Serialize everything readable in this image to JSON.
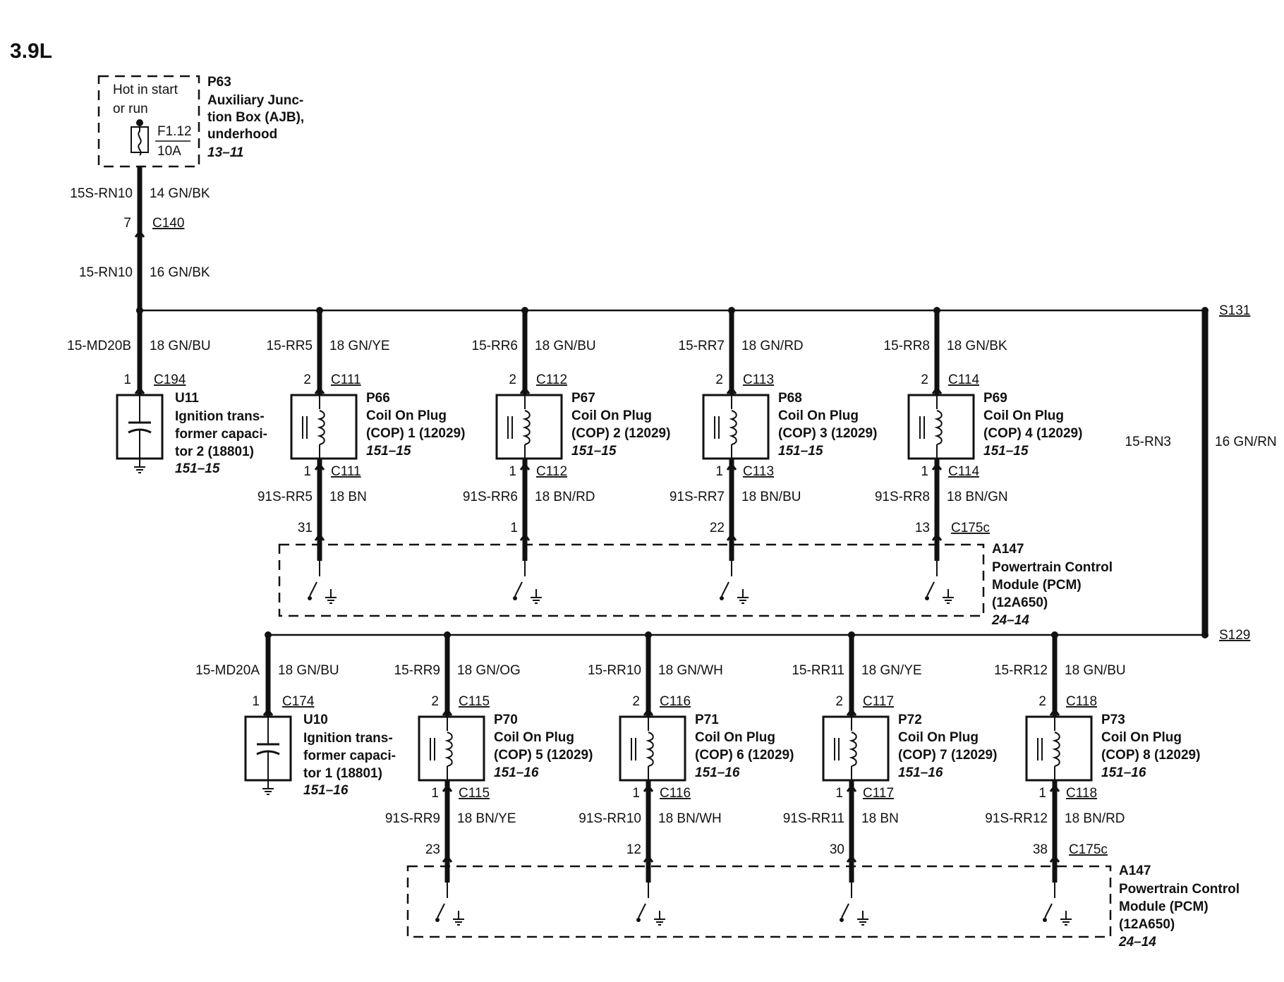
{
  "title": "3.9L",
  "fuse_box": {
    "note_line1": "Hot in start",
    "note_line2": "or run",
    "fuse_id": "F1.12",
    "fuse_rating": "10A",
    "ref": "P63",
    "name_lines": [
      "Auxiliary Junc-",
      "tion Box (AJB),",
      "underhood"
    ],
    "page": "13–11"
  },
  "feed_upper": {
    "circuit": "15S-RN10",
    "wire": "14 GN/BK"
  },
  "feed_conn": {
    "pin": "7",
    "conn": "C140"
  },
  "feed_lower": {
    "circuit": "15-RN10",
    "wire": "16 GN/BK"
  },
  "splice_top": "S131",
  "splice_bottom": "S129",
  "riser": {
    "circuit": "15-RN3",
    "wire": "16 GN/RN"
  },
  "cap_top": {
    "circuit": "15-MD20B",
    "wire": "18 GN/BU",
    "pin": "1",
    "conn": "C194",
    "ref": "U11",
    "name_lines": [
      "Ignition trans-",
      "former capaci-",
      "tor 2 (18801)"
    ],
    "page": "151–15"
  },
  "cap_bottom": {
    "circuit": "15-MD20A",
    "wire": "18 GN/BU",
    "pin": "1",
    "conn": "C174",
    "ref": "U10",
    "name_lines": [
      "Ignition trans-",
      "former capaci-",
      "tor 1 (18801)"
    ],
    "page": "151–16"
  },
  "coils_top": [
    {
      "in_circuit": "15-RR5",
      "in_wire": "18 GN/YE",
      "pin_in": "2",
      "conn": "C111",
      "ref": "P66",
      "name_lines": [
        "Coil On Plug",
        "(COP) 1 (12029)"
      ],
      "page": "151–15",
      "pin_out": "1",
      "out_circuit": "91S-RR5",
      "out_wire": "18 BN",
      "pcm_pin": "31"
    },
    {
      "in_circuit": "15-RR6",
      "in_wire": "18 GN/BU",
      "pin_in": "2",
      "conn": "C112",
      "ref": "P67",
      "name_lines": [
        "Coil On Plug",
        "(COP) 2 (12029)"
      ],
      "page": "151–15",
      "pin_out": "1",
      "out_circuit": "91S-RR6",
      "out_wire": "18 BN/RD",
      "pcm_pin": "1"
    },
    {
      "in_circuit": "15-RR7",
      "in_wire": "18 GN/RD",
      "pin_in": "2",
      "conn": "C113",
      "ref": "P68",
      "name_lines": [
        "Coil On Plug",
        "(COP) 3 (12029)"
      ],
      "page": "151–15",
      "pin_out": "1",
      "out_circuit": "91S-RR7",
      "out_wire": "18 BN/BU",
      "pcm_pin": "22"
    },
    {
      "in_circuit": "15-RR8",
      "in_wire": "18 GN/BK",
      "pin_in": "2",
      "conn": "C114",
      "ref": "P69",
      "name_lines": [
        "Coil On Plug",
        "(COP) 4 (12029)"
      ],
      "page": "151–15",
      "pin_out": "1",
      "out_circuit": "91S-RR8",
      "out_wire": "18 BN/GN",
      "pcm_pin": "13"
    }
  ],
  "coils_bottom": [
    {
      "in_circuit": "15-RR9",
      "in_wire": "18 GN/OG",
      "pin_in": "2",
      "conn": "C115",
      "ref": "P70",
      "name_lines": [
        "Coil On Plug",
        "(COP) 5 (12029)"
      ],
      "page": "151–16",
      "pin_out": "1",
      "out_circuit": "91S-RR9",
      "out_wire": "18 BN/YE",
      "pcm_pin": "23"
    },
    {
      "in_circuit": "15-RR10",
      "in_wire": "18 GN/WH",
      "pin_in": "2",
      "conn": "C116",
      "ref": "P71",
      "name_lines": [
        "Coil On Plug",
        "(COP) 6 (12029)"
      ],
      "page": "151–16",
      "pin_out": "1",
      "out_circuit": "91S-RR10",
      "out_wire": "18 BN/WH",
      "pcm_pin": "12"
    },
    {
      "in_circuit": "15-RR11",
      "in_wire": "18 GN/YE",
      "pin_in": "2",
      "conn": "C117",
      "ref": "P72",
      "name_lines": [
        "Coil On Plug",
        "(COP) 7 (12029)"
      ],
      "page": "151–16",
      "pin_out": "1",
      "out_circuit": "91S-RR11",
      "out_wire": "18 BN",
      "pcm_pin": "30"
    },
    {
      "in_circuit": "15-RR12",
      "in_wire": "18 GN/BU",
      "pin_in": "2",
      "conn": "C118",
      "ref": "P73",
      "name_lines": [
        "Coil On Plug",
        "(COP) 8 (12029)"
      ],
      "page": "151–16",
      "pin_out": "1",
      "out_circuit": "91S-RR12",
      "out_wire": "18 BN/RD",
      "pcm_pin": "38"
    }
  ],
  "pcm_top": {
    "conn": "C175c",
    "ref": "A147",
    "name_lines": [
      "Powertrain Control",
      "Module (PCM)",
      "(12A650)"
    ],
    "page": "24–14"
  },
  "pcm_bottom": {
    "conn": "C175c",
    "ref": "A147",
    "name_lines": [
      "Powertrain Control",
      "Module (PCM)",
      "(12A650)"
    ],
    "page": "24–14"
  }
}
